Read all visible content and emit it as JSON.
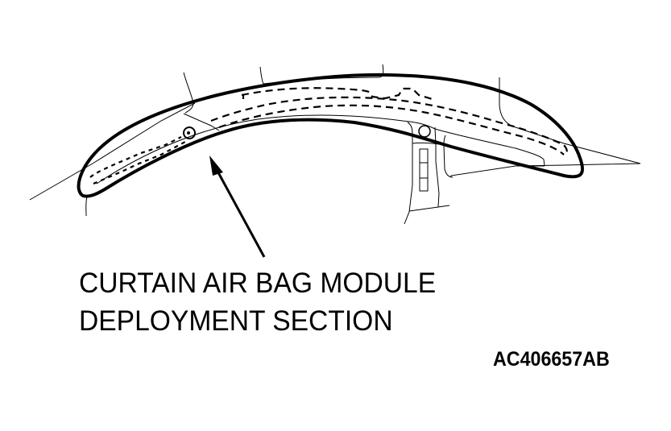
{
  "diagram": {
    "subject": "Curtain air bag module located along roof side rail",
    "callout": {
      "line1": "CURTAIN AIR BAG MODULE",
      "line2": "DEPLOYMENT SECTION"
    },
    "figure_code": "AC406657AB",
    "colors": {
      "line": "#000000",
      "background": "#ffffff"
    },
    "elements": [
      "deployment-section-outline",
      "curtain-airbag-dashed-outline",
      "roof-side-rail-lines",
      "center-pillar",
      "leader-arrow"
    ]
  }
}
